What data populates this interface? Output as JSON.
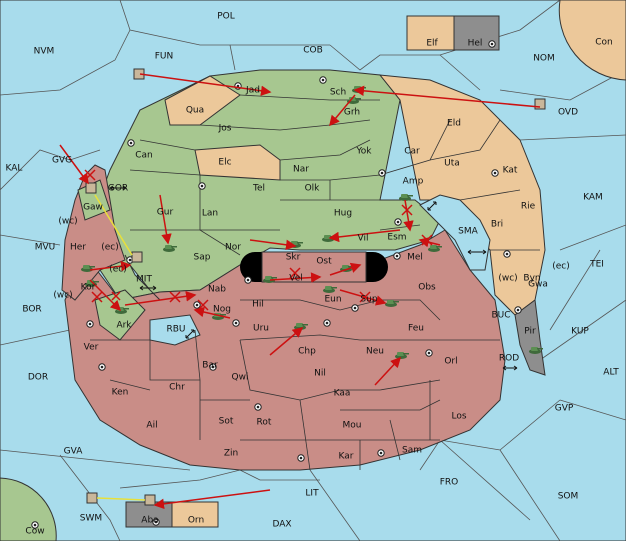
{
  "colors": {
    "sea": "#a8dcec",
    "green": "#a7c790",
    "tan": "#ecc89a",
    "red": "#c98d87",
    "gray": "#8e8e8e",
    "border": "#333333",
    "order": "#cc1111"
  },
  "seas": {
    "pol": "POL",
    "nvm": "NVM",
    "fun": "FUN",
    "cob": "COB",
    "nom": "NOM",
    "con": "Con",
    "kal": "KAL",
    "gvg": "GVG",
    "gor": "GOR",
    "mvu": "MVU",
    "mit": "MIT",
    "bor": "BOR",
    "rbu": "RBU",
    "dor": "DOR",
    "gva": "GVA",
    "swm": "SWM",
    "cow": "Cow",
    "lit": "LIT",
    "dax": "DAX",
    "fro": "FRO",
    "som": "SOM",
    "gvp": "GVP",
    "alt": "ALT",
    "kup": "KUP",
    "tei": "TEI",
    "kam": "KAM",
    "ovd": "OVD",
    "sma": "SMA",
    "buc": "BUC",
    "rod": "ROD"
  },
  "territories": {
    "jad": "Jad",
    "sch": "Sch",
    "qua": "Qua",
    "jos": "Jos",
    "grh": "Grh",
    "eld": "Eld",
    "can": "Can",
    "elc": "Elc",
    "yok": "Yok",
    "car": "Car",
    "uta": "Uta",
    "nar": "Nar",
    "kat": "Kat",
    "tel": "Tel",
    "olk": "Olk",
    "amp": "Amp",
    "gur": "Gur",
    "lan": "Lan",
    "hug": "Hug",
    "rie": "Rie",
    "bri": "Bri",
    "nor": "Nor",
    "vil": "Vil",
    "esm": "Esm",
    "sap": "Sap",
    "skr": "Skr",
    "ost": "Ost",
    "mel": "Mel",
    "byn": "Byn",
    "gaw": "Gaw",
    "her": "Her",
    "kor": "Kor",
    "vel": "Vel",
    "nab": "Nab",
    "obs": "Obs",
    "eun": "Eun",
    "sup": "Sup",
    "hil": "Hil",
    "gwa": "Gwa",
    "pir": "Pir",
    "ark": "Ark",
    "nog": "Nog",
    "uru": "Uru",
    "feu": "Feu",
    "ver": "Ver",
    "chp": "Chp",
    "neu": "Neu",
    "bar": "Bar",
    "qwi": "Qwi",
    "orl": "Orl",
    "ken": "Ken",
    "chr": "Chr",
    "nil": "Nil",
    "kaa": "Kaa",
    "ail": "Ail",
    "sot": "Sot",
    "rot": "Rot",
    "mou": "Mou",
    "los": "Los",
    "zin": "Zin",
    "kar": "Kar",
    "sam": "Sam",
    "elf": "Elf",
    "hel": "Hel",
    "aba": "Aba",
    "orn": "Orn"
  },
  "coast_markers": {
    "wc": "(wc)",
    "ec": "(ec)"
  }
}
